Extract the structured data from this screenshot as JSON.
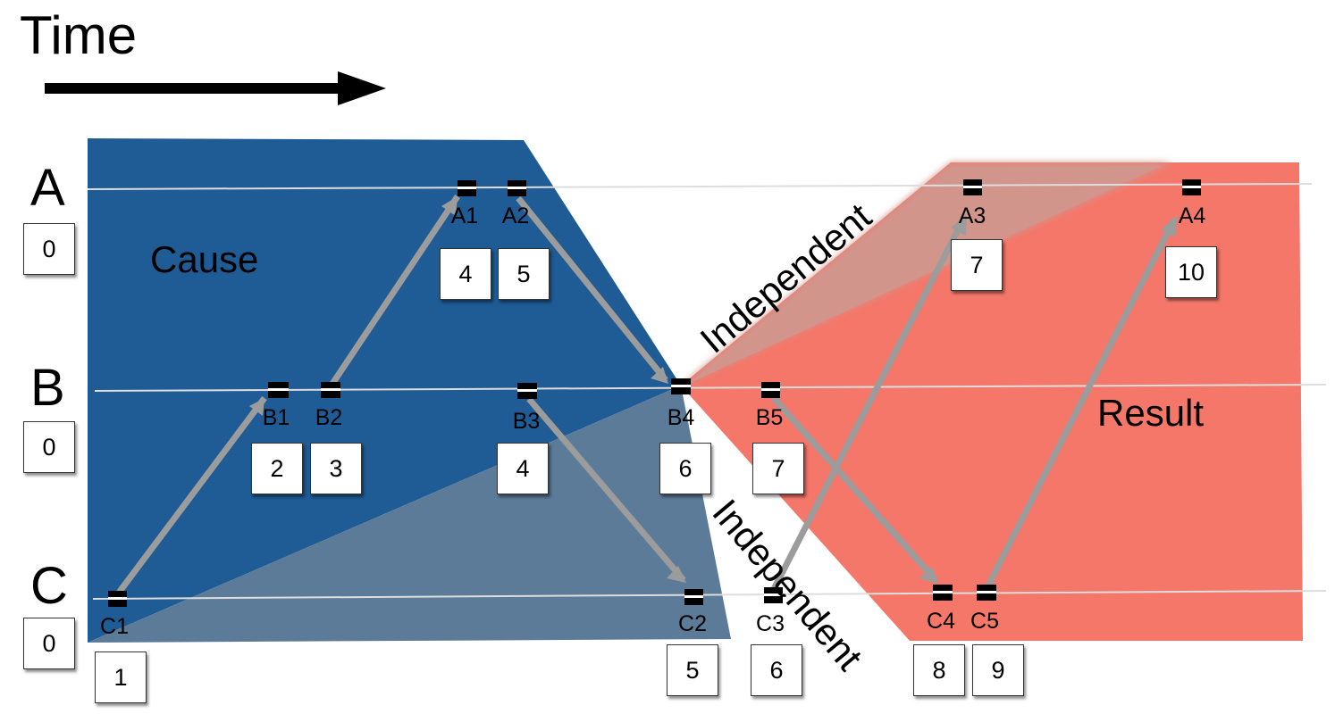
{
  "time_label": "Time",
  "regions": {
    "cause": "Cause",
    "result": "Result",
    "independent_upper": "Independent",
    "independent_lower": "Independent"
  },
  "processes": [
    {
      "name": "A",
      "initial_clock": "0"
    },
    {
      "name": "B",
      "initial_clock": "0"
    },
    {
      "name": "C",
      "initial_clock": "0"
    }
  ],
  "events": {
    "A1": {
      "label": "A1",
      "clock": "4"
    },
    "A2": {
      "label": "A2",
      "clock": "5"
    },
    "A3": {
      "label": "A3",
      "clock": "7"
    },
    "A4": {
      "label": "A4",
      "clock": "10"
    },
    "B1": {
      "label": "B1",
      "clock": "2"
    },
    "B2": {
      "label": "B2",
      "clock": "3"
    },
    "B3": {
      "label": "B3",
      "clock": "4"
    },
    "B4": {
      "label": "B4",
      "clock": "6"
    },
    "B5": {
      "label": "B5",
      "clock": "7"
    },
    "C1": {
      "label": "C1",
      "clock": "1"
    },
    "C2": {
      "label": "C2",
      "clock": "5"
    },
    "C3": {
      "label": "C3",
      "clock": "6"
    },
    "C4": {
      "label": "C4",
      "clock": "8"
    },
    "C5": {
      "label": "C5",
      "clock": "9"
    }
  },
  "messages": [
    {
      "from": "C1",
      "to": "B1"
    },
    {
      "from": "B2",
      "to": "A1"
    },
    {
      "from": "A2",
      "to": "B4"
    },
    {
      "from": "B3",
      "to": "C2"
    },
    {
      "from": "C3",
      "to": "A3"
    },
    {
      "from": "B5",
      "to": "C4"
    },
    {
      "from": "C5",
      "to": "A4"
    }
  ],
  "colors": {
    "cause": "#1f5b95",
    "cause_independent": "#5b7b99",
    "result": "#f4776a",
    "result_independent": "#d2958c",
    "arrow": "#9c9c9c",
    "timeline": "#dddddd"
  }
}
